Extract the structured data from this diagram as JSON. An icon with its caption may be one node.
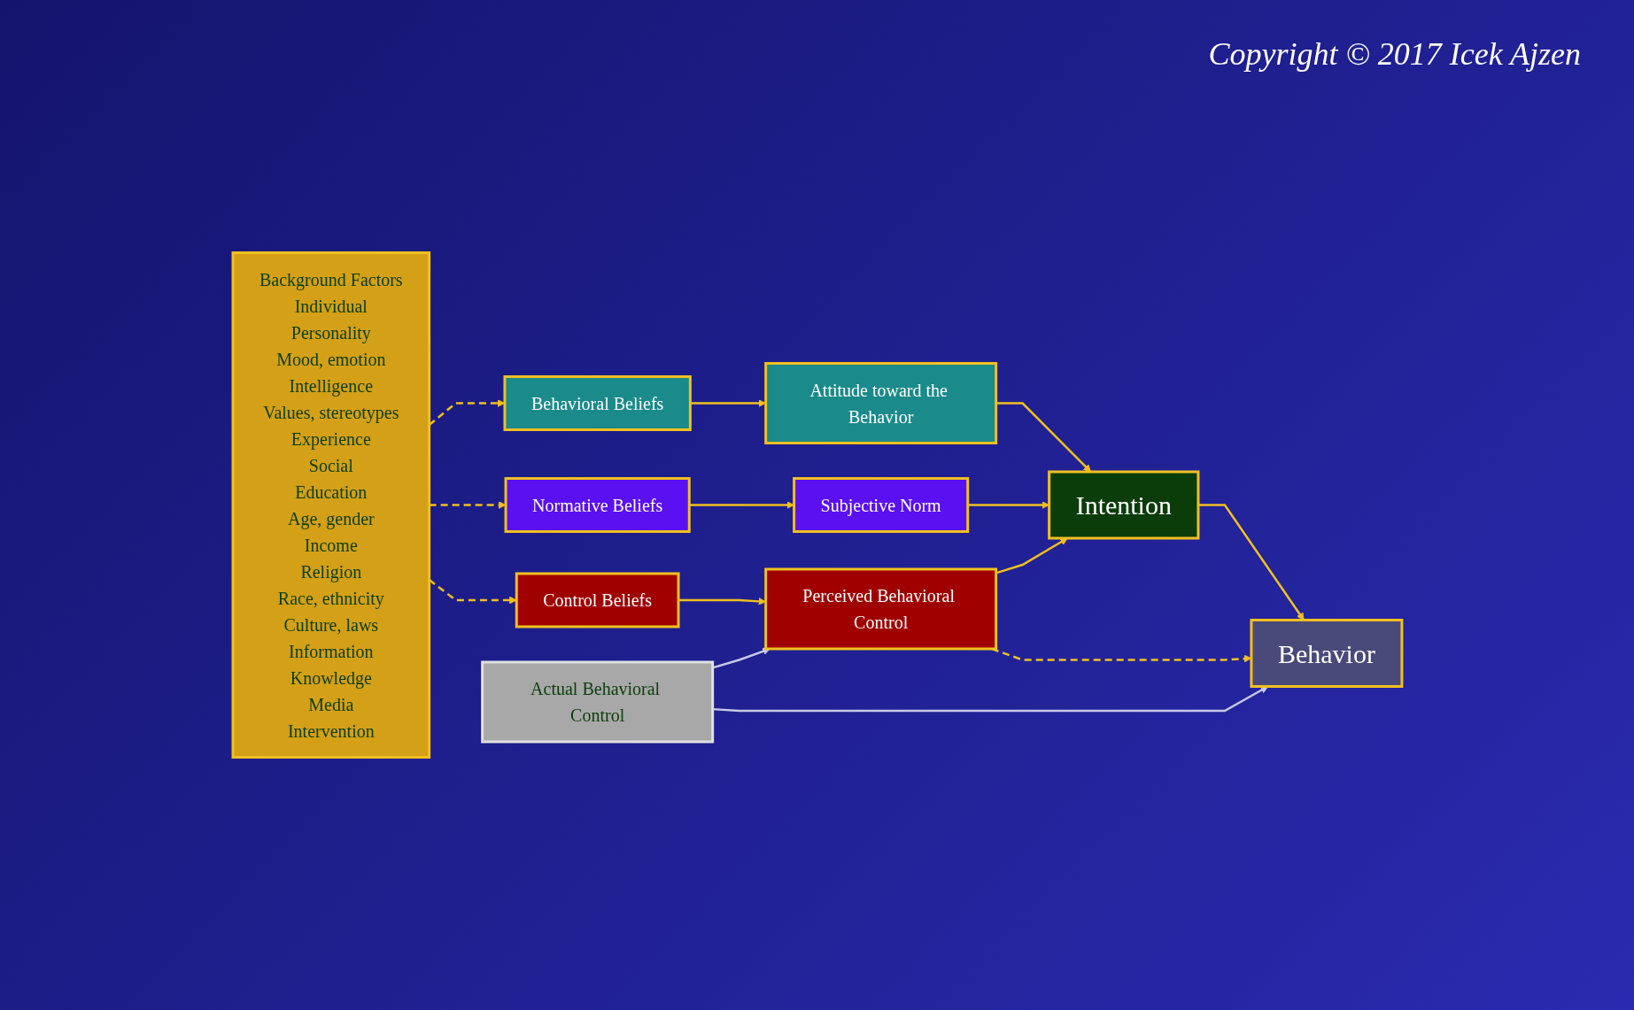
{
  "diagram": {
    "nodes": [
      {
        "text": [
          "Background Factors",
          "Individual",
          "Personality",
          "Mood, emotion",
          "Intelligence",
          "Values, stereotypes",
          "Experience",
          "Social",
          "Education",
          "Age, gender",
          "Income",
          "Religion",
          "Race, ethnicity",
          "Culture, laws",
          "Information",
          "Knowledge",
          "Media",
          "Intervention"
        ]
      },
      {
        "text": [
          "Behavioral Beliefs"
        ]
      },
      {
        "text": [
          "Attitude toward the Behavior"
        ]
      },
      {
        "text": [
          "Normative Beliefs"
        ]
      },
      {
        "text": [
          "Subjective Norm"
        ]
      },
      {
        "text": [
          "Control Beliefs"
        ]
      },
      {
        "text": [
          "Perceived Behavioral Control"
        ]
      },
      {
        "text": [
          "Intention"
        ]
      },
      {
        "text": [
          "Behavior"
        ]
      },
      {
        "text": [
          "Actual Behavioral Control"
        ]
      }
    ],
    "edges": [
      {
        "from": 0,
        "to": 1,
        "arrow": "to",
        "style": "dashed"
      },
      {
        "from": 0,
        "to": 3,
        "arrow": "to",
        "style": "dashed"
      },
      {
        "from": 0,
        "to": 5,
        "arrow": "to",
        "style": "dashed"
      },
      {
        "from": 1,
        "to": 2,
        "arrow": "to"
      },
      {
        "from": 3,
        "to": 4,
        "arrow": "to"
      },
      {
        "from": 5,
        "to": 6,
        "arrow": "to"
      },
      {
        "from": 2,
        "to": 7,
        "arrow": "to"
      },
      {
        "from": 4,
        "to": 7,
        "arrow": "to"
      },
      {
        "from": 6,
        "to": 7,
        "arrow": "to"
      },
      {
        "from": 7,
        "to": 8,
        "arrow": "to"
      },
      {
        "from": 6,
        "to": 8,
        "arrow": "to",
        "style": "dashed"
      },
      {
        "from": 9,
        "to": 6,
        "arrow": "to",
        "color": "#c8c8e8"
      },
      {
        "from": 9,
        "to": 8,
        "arrow": "to",
        "color": "#c8c8e8"
      }
    ],
    "labels": [
      "Copyright © 2017 Icek Ajzen"
    ]
  }
}
